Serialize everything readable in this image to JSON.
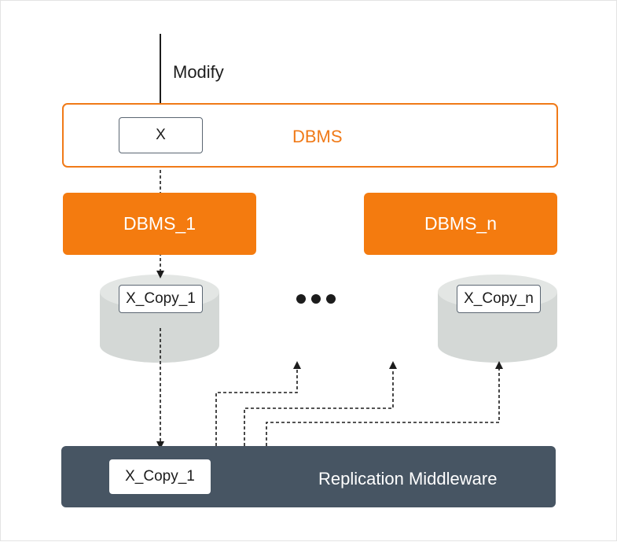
{
  "modify_label": "Modify",
  "dbms_label": "DBMS",
  "x_label": "X",
  "dbms_1_label": "DBMS_1",
  "dbms_n_label": "DBMS_n",
  "copy_1_label": "X_Copy_1",
  "copy_n_label": "X_Copy_n",
  "middleware_label": "Replication Middleware",
  "middleware_copy_label": "X_Copy_1",
  "colors": {
    "accent_orange": "#f47b0f",
    "middleware_fill": "#475563",
    "cylinder_fill": "#d4d8d6",
    "cylinder_top": "#e3e6e4",
    "text_dark": "#1c1c1c"
  }
}
